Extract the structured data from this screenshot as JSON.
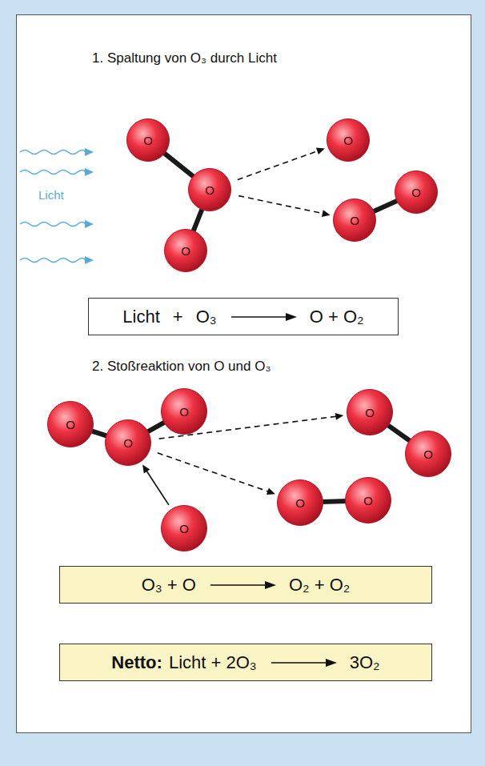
{
  "diagram": {
    "nodes": [
      {
        "text": [
          "O"
        ]
      },
      {
        "text": [
          "O"
        ]
      },
      {
        "text": [
          "O"
        ]
      },
      {
        "text": [
          "O"
        ]
      },
      {
        "text": [
          "O"
        ]
      },
      {
        "text": [
          "O"
        ]
      },
      {
        "text": [
          "Licht",
          "+",
          "O₃",
          "O + O₂"
        ]
      },
      {
        "text": [
          "O"
        ]
      },
      {
        "text": [
          "O"
        ]
      },
      {
        "text": [
          "O"
        ]
      },
      {
        "text": [
          "O"
        ]
      },
      {
        "text": [
          "O"
        ]
      },
      {
        "text": [
          "O"
        ]
      },
      {
        "text": [
          "O"
        ]
      },
      {
        "text": [
          "O"
        ]
      },
      {
        "text": [
          "O₃ + O",
          "O₂ + O₂"
        ]
      },
      {
        "text": [
          "Netto:",
          "Licht + 2O₃",
          "3O₂"
        ]
      }
    ],
    "edges": [
      {
        "from": 0,
        "to": 1,
        "arrow": "none"
      },
      {
        "from": 1,
        "to": 2,
        "arrow": "none"
      },
      {
        "from": 4,
        "to": 5,
        "arrow": "none"
      },
      {
        "from": 1,
        "to": 3,
        "arrow": "to"
      },
      {
        "from": 1,
        "to": 4,
        "arrow": "to"
      },
      {
        "from": 7,
        "to": 9,
        "arrow": "none"
      },
      {
        "from": 9,
        "to": 8,
        "arrow": "none"
      },
      {
        "from": 10,
        "to": 9,
        "arrow": "to"
      },
      {
        "from": 11,
        "to": 12,
        "arrow": "none"
      },
      {
        "from": 13,
        "to": 14,
        "arrow": "none"
      },
      {
        "from": 9,
        "to": 11,
        "arrow": "to"
      },
      {
        "from": 9,
        "to": 13,
        "arrow": "to"
      }
    ],
    "labels": [
      "1. Spaltung von O₃ durch Licht",
      "Licht",
      "2. Stoßreaktion von O und O₃"
    ]
  }
}
